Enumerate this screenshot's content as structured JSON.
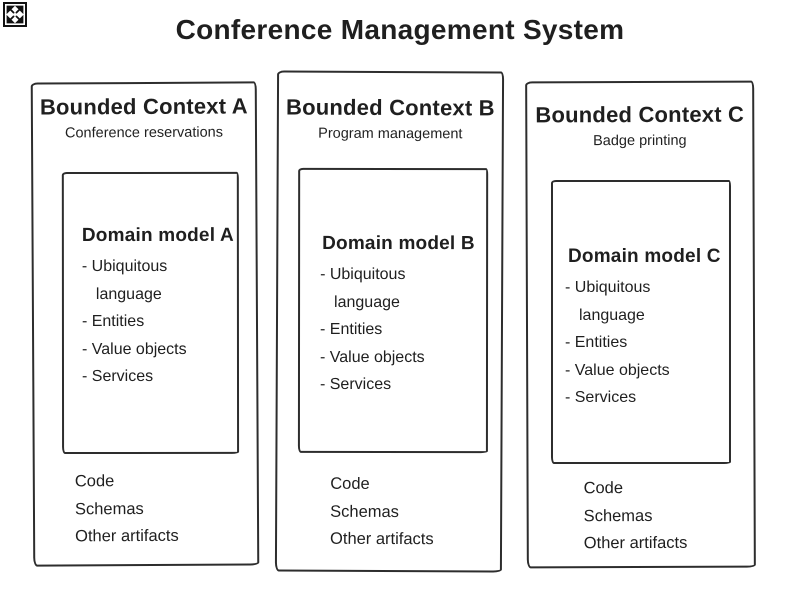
{
  "title": "Conference Management System",
  "viewer": {
    "fullscreen_icon": "expand-arrows"
  },
  "contexts": [
    {
      "name": "Bounded Context A",
      "subtitle": "Conference reservations",
      "model": {
        "title": "Domain model A",
        "items": [
          "- Ubiquitous language",
          "- Entities",
          "- Value objects",
          "- Services"
        ]
      },
      "artifacts": [
        "Code",
        "Schemas",
        "Other artifacts"
      ]
    },
    {
      "name": "Bounded Context B",
      "subtitle": "Program management",
      "model": {
        "title": "Domain model B",
        "items": [
          "- Ubiquitous language",
          "- Entities",
          "- Value objects",
          "- Services"
        ]
      },
      "artifacts": [
        "Code",
        "Schemas",
        "Other artifacts"
      ]
    },
    {
      "name": "Bounded Context C",
      "subtitle": "Badge printing",
      "model": {
        "title": "Domain model C",
        "items": [
          "- Ubiquitous language",
          "- Entities",
          "- Value objects",
          "- Services"
        ]
      },
      "artifacts": [
        "Code",
        "Schemas",
        "Other artifacts"
      ]
    }
  ]
}
